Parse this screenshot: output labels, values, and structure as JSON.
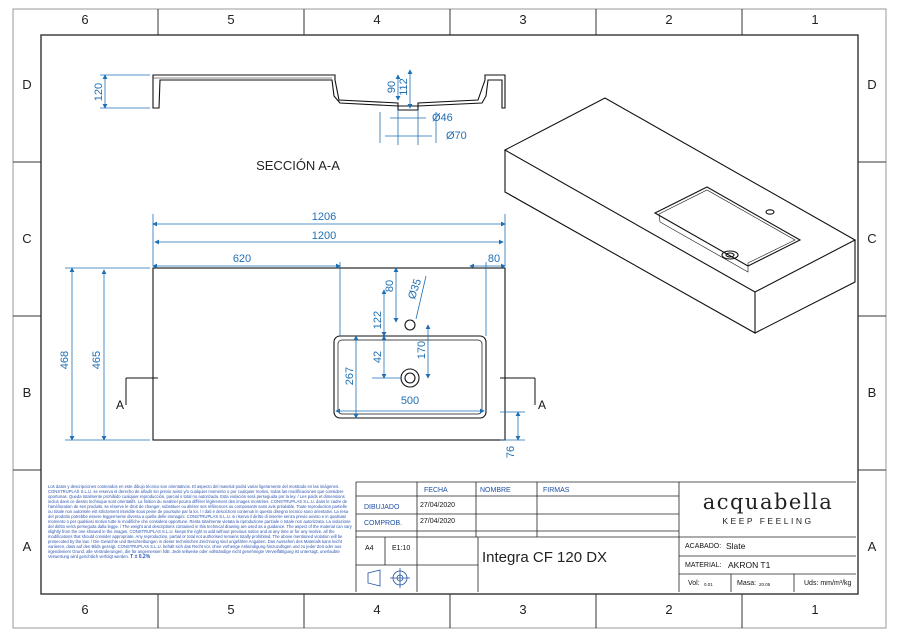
{
  "zones": {
    "columns": [
      "6",
      "5",
      "4",
      "3",
      "2",
      "1"
    ],
    "rows": [
      "D",
      "C",
      "B",
      "A"
    ]
  },
  "section": {
    "title": "SECCIÓN A-A",
    "dims": {
      "height_120": "120",
      "depth_90": "90",
      "depth_112": "112",
      "dia_46": "Ø46",
      "dia_70": "Ø70"
    }
  },
  "plan": {
    "dims": {
      "w_1206": "1206",
      "w_1200": "1200",
      "x_620": "620",
      "x_80": "80",
      "y_80": "80",
      "dia_35": "Ø35",
      "y_122": "122",
      "y_42": "42",
      "y_170": "170",
      "y_267": "267",
      "w_500": "500",
      "h_468": "468",
      "h_465": "465",
      "y_76": "76"
    },
    "section_marker": "A"
  },
  "title_block": {
    "headers": {
      "fecha": "FECHA",
      "nombre": "NOMBRE",
      "firmas": "FIRMAS"
    },
    "rows": [
      {
        "label": "DIBUJADO",
        "fecha": "27/04/2020"
      },
      {
        "label": "COMPROB.",
        "fecha": "27/04/2020"
      }
    ],
    "sheet_size": "A4",
    "scale": "E1:10",
    "product_name": "Integra CF 120 DX",
    "brand": "acquabella",
    "tagline": "KEEP FEELING",
    "acabado_label": "ACABADO:",
    "acabado_value": "Slate",
    "material_label": "MATERIAL:",
    "material_value": "AKRON T1",
    "vol_label": "Vol:",
    "vol_value": "0.01",
    "masa_label": "Masa:",
    "masa_value": "20.05",
    "uds_label": "Uds: mm/m³/kg",
    "tolerance": "T ± 0.2%",
    "disclaimer": "Los datos y descripciones contenidos en este dibujo técnico son orientativos. El aspecto del material podrá variar ligeramente del mostrado en las imágenes. CONSTRUPLAS S.L.U. se reserva el derecho de añadir sin previo aviso y/o cualquier momento o por cualquier motivo, todas las modificaciones que considere oportunas. Queda totalmente prohibido cualquier reproducción, parcial o total no autorizada. Esta violación será perseguida por la ley. / Les poids et dimensions inclus dans ce dessin technique sont orientatifs. La finition du matériel pourra différer légèrement des images montrées. CONSTRUPLAS S.L.U. dans le cadre de l'amélioration de ses produits, se réserve le droit de changer, substituer ou altérer ses références ou composants sans avis préalable. Toute reproduction partielle ou totale non autorisée est strictement interdite sous peine de poursuite par la loi. / I dati e descrizioni contenuti in questo disegno tecnico sono orientativi. La resa del prodotto potrebbe essere leggermente diversa a quella delle immagini. CONSTRUPLAS S.L.U. si riserva il diritto di inserire senza previo avviso e in qualsiasi momento o per qualsiasi motivo tutte le modifiche che considera opportune. Resta totalmente vietata la riproduzione parziale o totale non autorizzata. La violazione del diritto verrà perseguita dalla legge. / The weight and descriptions contained in this technical drawing are used as a guidance. The aspect of the material can vary slightly from the one showed in the images. CONSTRUPLAS S.L.U. keeps the right to add without previous notice and at any time or for any motive, all the modifications that should consider appropriate. Any reproduction, partial or total not authorised remains totally prohibited. The above mentioned violation will be prosecuted by the law. / Die Gewichte und Beschreibungen in dieser technischen Zeichnung sind ungefähre Angaben. Das Aussehen des Materials kann leicht variieren, dass auf den Bilds gezeigt. CONSTRUPLAS S.L.U. behält sich das Recht vor, ohne vorherige Ankündigung hinzuzufügen und zu jeder Zeit oder aus irgendeinem Grund, alle Veränderungen, die für angemessen hält. Jede teilweise oder vollständige nicht genehmigte Vervielfältigung ist untersagt, unerlaubte Verwertung wird gerichtlich verfolgt werden."
  },
  "colors": {
    "dimension": "#1f6fb4",
    "outline": "#111111",
    "titleblock_text": "#1f4fa3"
  }
}
